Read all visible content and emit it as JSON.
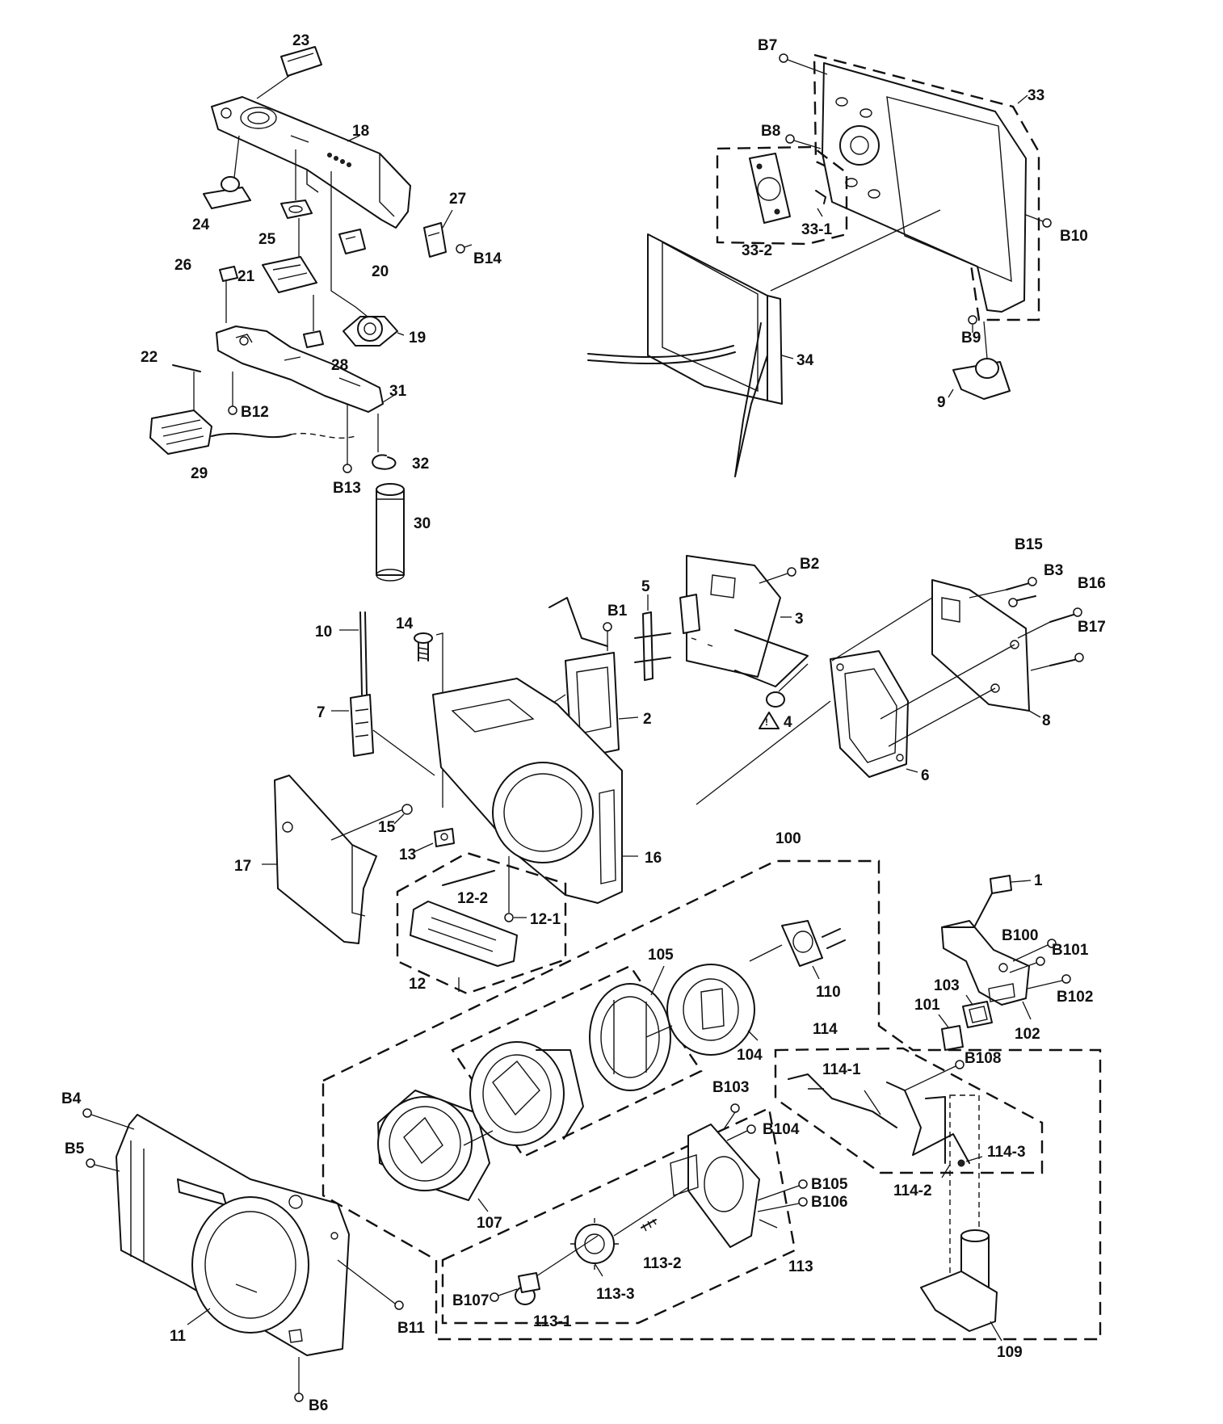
{
  "labels": {
    "l1": "1",
    "l2": "2",
    "l3": "3",
    "l4": "4",
    "l5": "5",
    "l6": "6",
    "l7": "7",
    "l8": "8",
    "l9": "9",
    "l10": "10",
    "l11": "11",
    "l12": "12",
    "l12_1": "12-1",
    "l12_2": "12-2",
    "l13": "13",
    "l14": "14",
    "l15": "15",
    "l16": "16",
    "l17": "17",
    "l18": "18",
    "l19": "19",
    "l20": "20",
    "l21": "21",
    "l22": "22",
    "l23": "23",
    "l24": "24",
    "l25": "25",
    "l26": "26",
    "l27": "27",
    "l28": "28",
    "l29": "29",
    "l30": "30",
    "l31": "31",
    "l32": "32",
    "l33": "33",
    "l33_1": "33-1",
    "l33_2": "33-2",
    "l34": "34",
    "l100": "100",
    "l101": "101",
    "l102": "102",
    "l103": "103",
    "l104": "104",
    "l105": "105",
    "l107": "107",
    "l109": "109",
    "l110": "110",
    "l113": "113",
    "l113_1": "113-1",
    "l113_2": "113-2",
    "l113_3": "113-3",
    "l114": "114",
    "l114_1": "114-1",
    "l114_2": "114-2",
    "l114_3": "114-3",
    "b1": "B1",
    "b2": "B2",
    "b3": "B3",
    "b4": "B4",
    "b5": "B5",
    "b6": "B6",
    "b7": "B7",
    "b8": "B8",
    "b9": "B9",
    "b10": "B10",
    "b11": "B11",
    "b12": "B12",
    "b13": "B13",
    "b14": "B14",
    "b15": "B15",
    "b16": "B16",
    "b17": "B17",
    "b100": "B100",
    "b101": "B101",
    "b102": "B102",
    "b103": "B103",
    "b104": "B104",
    "b105": "B105",
    "b106": "B106",
    "b107": "B107",
    "b108": "B108"
  }
}
